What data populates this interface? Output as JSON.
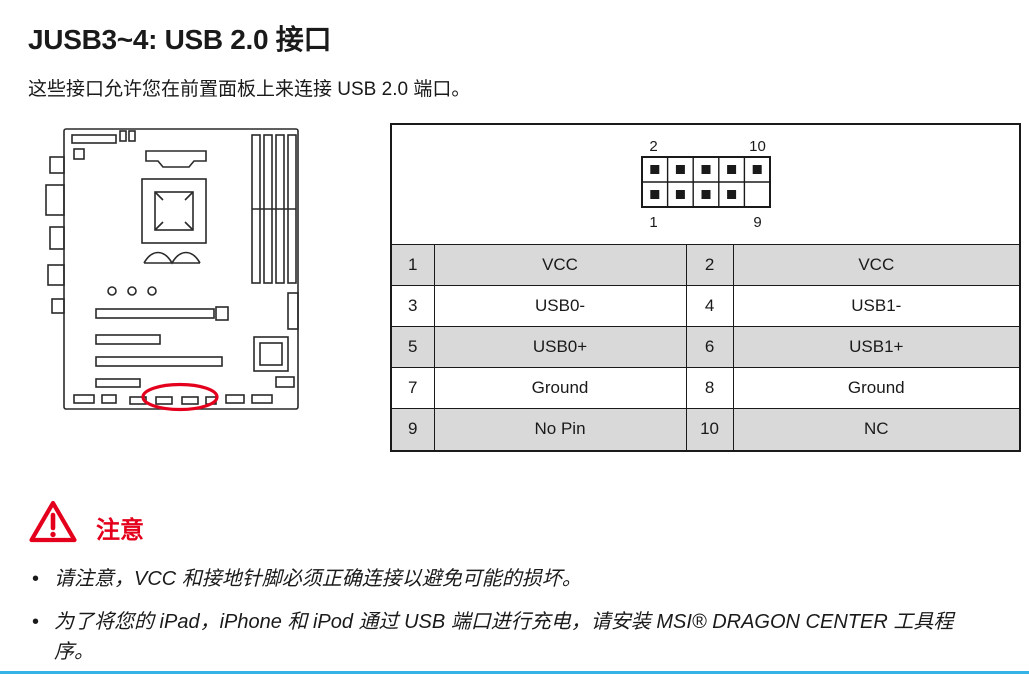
{
  "page": {
    "title": "JUSB3~4: USB 2.0 接口",
    "subtitle": "这些接口允许您在前置面板上来连接 USB 2.0 端口。"
  },
  "connector_figure": {
    "labels": {
      "top_left": "2",
      "top_right": "10",
      "bottom_left": "1",
      "bottom_right": "9"
    },
    "missing_pin": "9"
  },
  "pin_table": {
    "rows": [
      {
        "pin_a": "1",
        "name_a": "VCC",
        "pin_b": "2",
        "name_b": "VCC"
      },
      {
        "pin_a": "3",
        "name_a": "USB0-",
        "pin_b": "4",
        "name_b": "USB1-"
      },
      {
        "pin_a": "5",
        "name_a": "USB0+",
        "pin_b": "6",
        "name_b": "USB1+"
      },
      {
        "pin_a": "7",
        "name_a": "Ground",
        "pin_b": "8",
        "name_b": "Ground"
      },
      {
        "pin_a": "9",
        "name_a": "No Pin",
        "pin_b": "10",
        "name_b": "NC"
      }
    ]
  },
  "notice": {
    "heading": "注意",
    "bullets": [
      "请注意，VCC 和接地针脚必须正确连接以避免可能的损坏。",
      "为了将您的 iPad，iPhone 和 iPod 通过 USB 端口进行充电，请安装 MSI® DRAGON CENTER 工具程序。"
    ]
  },
  "icons": {
    "warning": "warning-triangle"
  },
  "colors": {
    "accent_red": "#e4001c",
    "table_shade": "#d9d9d9",
    "border_dark": "#1a1a1a",
    "footer_blue": "#36b3e6"
  }
}
